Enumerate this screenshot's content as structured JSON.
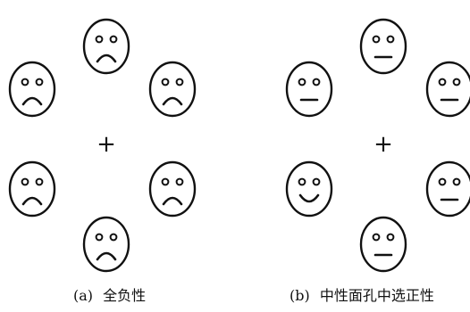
{
  "panels": [
    {
      "id": "a",
      "tag": "(a)",
      "caption": "全负性",
      "fixation": "+",
      "faces": [
        "sad",
        "sad",
        "sad",
        "sad",
        "sad",
        "sad"
      ]
    },
    {
      "id": "b",
      "tag": "(b)",
      "caption": "中性面孔中选正性",
      "fixation": "+",
      "faces": [
        "neutral",
        "neutral",
        "neutral",
        "neutral",
        "happy",
        "neutral"
      ]
    }
  ],
  "colors": {
    "stroke": "#111111",
    "fill": "#ffffff"
  }
}
